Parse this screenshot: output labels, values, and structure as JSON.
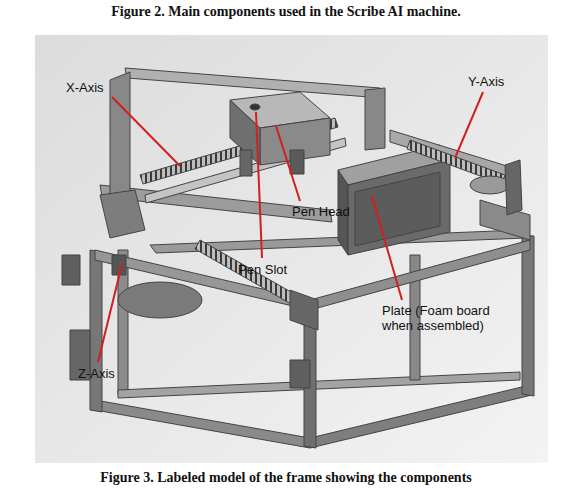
{
  "diagram": {
    "labels": [
      "Figure 2. Main components used in the Scribe AI machine.",
      "X-Axis",
      "Y-Axis",
      "Pen Head",
      "Pen Slot",
      "Plate (Foam board when assembled)",
      "Z-Axis",
      "Figure 3. Labeled model of the frame showing the components"
    ]
  }
}
